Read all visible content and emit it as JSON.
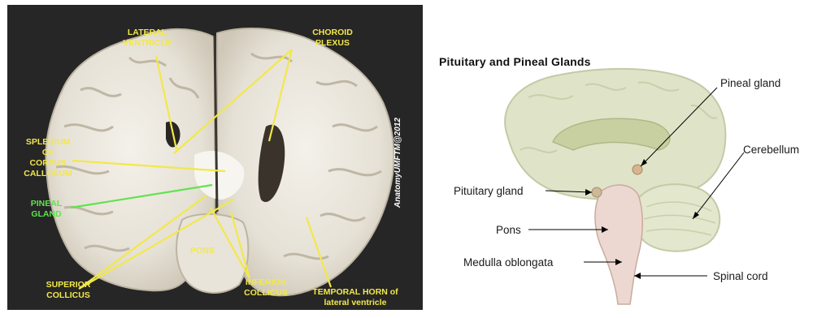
{
  "left_panel": {
    "labels": {
      "lateral_ventricle": [
        "LATERAL",
        "VENTRICLE"
      ],
      "choroid_plexus": [
        "CHOROID",
        "PLEXUS"
      ],
      "splenium": [
        "SPLENIUM",
        "OF",
        "CORPUS",
        "CALLOSUM"
      ],
      "pineal_gland": [
        "PINEAL",
        "GLAND"
      ],
      "pons": "PONS",
      "superior_colliculus": [
        "SUPERIOR",
        "COLLICUS"
      ],
      "inferior_colliculus": [
        "INFERIOR",
        "COLLICUS"
      ],
      "temporal_horn": [
        "TEMPORAL HORN of",
        "lateral ventricle"
      ]
    },
    "watermark": "AnatomyUMFTM@2012",
    "colors": {
      "label": "#f2e84a",
      "pineal": "#5fe34d",
      "background": "#262626",
      "tissue": "#e9e5dc"
    }
  },
  "right_panel": {
    "title": "Pituitary and Pineal Glands",
    "labels": {
      "pineal_gland": "Pineal gland",
      "cerebellum": "Cerebellum",
      "pituitary_gland": "Pituitary gland",
      "pons": "Pons",
      "medulla": "Medulla oblongata",
      "spinal_cord": "Spinal cord"
    }
  }
}
